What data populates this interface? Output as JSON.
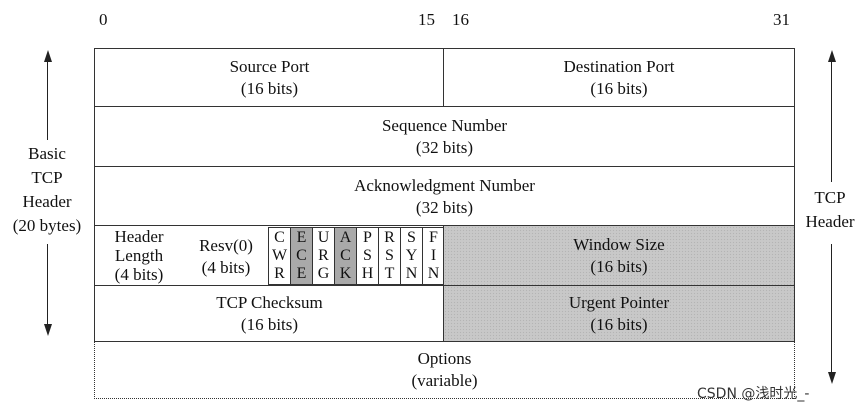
{
  "bit_labels": {
    "b0": "0",
    "b15": "15",
    "b16": "16",
    "b31": "31"
  },
  "left_label": [
    "Basic",
    "TCP",
    "Header",
    "(20 bytes)"
  ],
  "right_label": [
    "TCP",
    "Header"
  ],
  "rows": {
    "source_port": {
      "name": "Source Port",
      "size": "(16 bits)"
    },
    "destination_port": {
      "name": "Destination Port",
      "size": "(16 bits)"
    },
    "sequence_number": {
      "name": "Sequence Number",
      "size": "(32 bits)"
    },
    "acknowledgment_number": {
      "name": "Acknowledgment Number",
      "size": "(32 bits)"
    },
    "header_length": {
      "line1": "Header",
      "line2": "Length",
      "size": "(4 bits)"
    },
    "resv": {
      "name": "Resv(0)",
      "size": "(4 bits)"
    },
    "flags": [
      {
        "id": "cwr",
        "letters": [
          "C",
          "W",
          "R"
        ],
        "shaded": false
      },
      {
        "id": "ece",
        "letters": [
          "E",
          "C",
          "E"
        ],
        "shaded": true
      },
      {
        "id": "urg",
        "letters": [
          "U",
          "R",
          "G"
        ],
        "shaded": false
      },
      {
        "id": "ack",
        "letters": [
          "A",
          "C",
          "K"
        ],
        "shaded": true
      },
      {
        "id": "psh",
        "letters": [
          "P",
          "S",
          "H"
        ],
        "shaded": false
      },
      {
        "id": "rst",
        "letters": [
          "R",
          "S",
          "T"
        ],
        "shaded": false
      },
      {
        "id": "syn",
        "letters": [
          "S",
          "Y",
          "N"
        ],
        "shaded": false
      },
      {
        "id": "fin",
        "letters": [
          "F",
          "I",
          "N"
        ],
        "shaded": false
      }
    ],
    "window_size": {
      "name": "Window Size",
      "size": "(16 bits)"
    },
    "tcp_checksum": {
      "name": "TCP Checksum",
      "size": "(16 bits)"
    },
    "urgent_pointer": {
      "name": "Urgent Pointer",
      "size": "(16 bits)"
    },
    "options": {
      "name": "Options",
      "size": "(variable)"
    }
  },
  "watermark": "CSDN @浅时光_-"
}
